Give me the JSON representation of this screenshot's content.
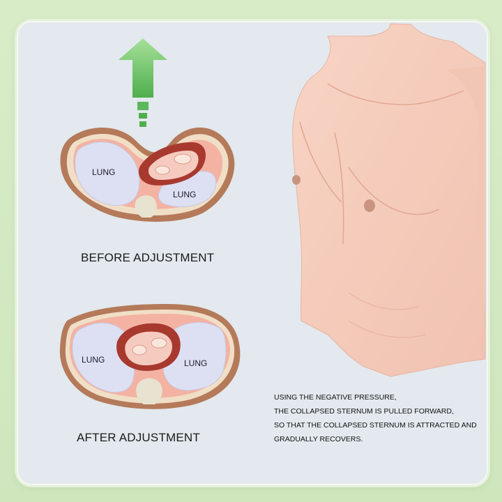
{
  "colors": {
    "background": "#d8ecc8",
    "card": "#e3e9ee",
    "arrow": "#6cc36b",
    "ribcage": "#b47a5a",
    "lung": "#dde0f2",
    "heart": "#a8392f",
    "skin": "#f6cdbd"
  },
  "before": {
    "caption": "BEFORE ADJUSTMENT",
    "lung_left": "LUNG",
    "lung_right": "LUNG"
  },
  "after": {
    "caption": "AFTER ADJUSTMENT",
    "lung_left": "LUNG",
    "lung_right": "LUNG"
  },
  "description": {
    "lines": [
      "USING THE NEGATIVE PRESSURE,",
      "THE COLLAPSED STERNUM IS PULLED FORWARD,",
      "SO THAT THE COLLAPSED STERNUM IS ATTRACTED AND",
      "GRADUALLY RECOVERS."
    ]
  },
  "icons": [
    "up-arrow-icon"
  ]
}
